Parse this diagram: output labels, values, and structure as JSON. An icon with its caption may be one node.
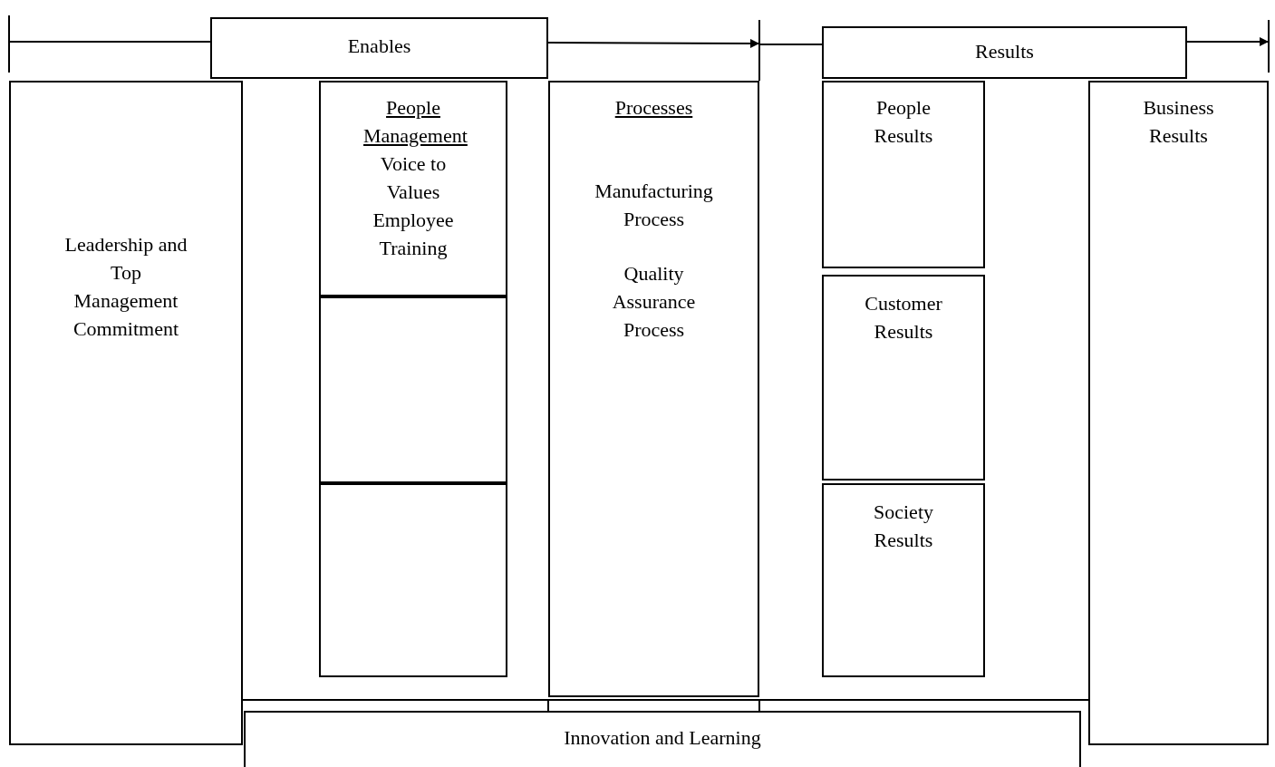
{
  "diagram": {
    "nodes": [
      {
        "text": [
          "Enables"
        ]
      },
      {
        "text": [
          "Results"
        ]
      },
      {
        "text": [
          "Leadership and Top Management Commitment"
        ]
      },
      {
        "text": [
          "People Management",
          "Voice to Values Employee Training"
        ]
      },
      {
        "text": [],
        "shape": "box"
      },
      {
        "text": [],
        "shape": "box"
      },
      {
        "text": [
          "Processes",
          "Manufacturing Process",
          "Quality Assurance Process"
        ]
      },
      {
        "text": [
          "People Results"
        ]
      },
      {
        "text": [
          "Customer Results"
        ]
      },
      {
        "text": [
          "Society Results"
        ]
      },
      {
        "text": [
          "Business Results"
        ]
      },
      {
        "text": [
          "Innovation and Learning"
        ]
      }
    ],
    "edges": [
      {
        "from": null,
        "to": 0,
        "arrow": "none"
      },
      {
        "from": 0,
        "to": null,
        "arrow": "to"
      },
      {
        "from": null,
        "to": 1,
        "arrow": "none"
      },
      {
        "from": 1,
        "to": null,
        "arrow": "to"
      },
      {
        "from": 10,
        "to": 2,
        "arrow": "to"
      }
    ]
  }
}
